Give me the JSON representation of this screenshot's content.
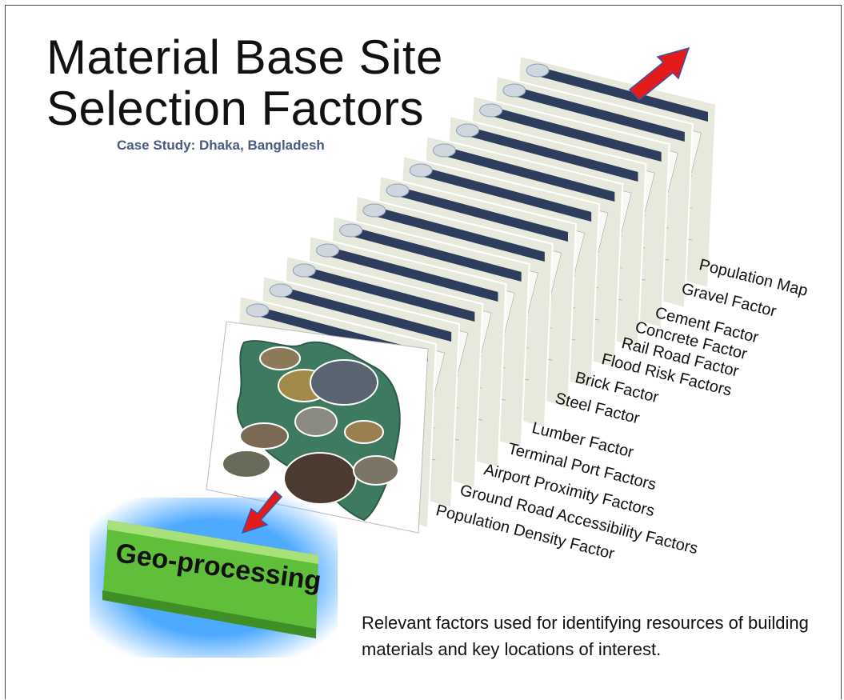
{
  "title_line1": "Material Base Site",
  "title_line2": "Selection Factors",
  "subtitle": "Case Study: Dhaka, Bangladesh",
  "factors": [
    "Population Map",
    "Gravel Factor",
    "Cement Factor",
    "Concrete Factor",
    "Rail Road Factor",
    "Flood Risk Factors",
    "Brick Factor",
    "Steel Factor",
    "Lumber Factor",
    "Terminal Port Factors",
    "Airport Proximity Factors",
    "Ground Road Accessibility Factors",
    "Population Density Factor"
  ],
  "geo_label": "Geo-processing",
  "caption": "Relevant factors used for identifying resources of building materials and key locations of interest.",
  "colors": {
    "arrow": "#e41b1b",
    "geo_box": "#7ccf4a",
    "geo_glow": "#3aa0ff",
    "subtitle": "#4a5a80",
    "map_bg": "#e6e9dc",
    "map_header": "#2e3d5c"
  }
}
